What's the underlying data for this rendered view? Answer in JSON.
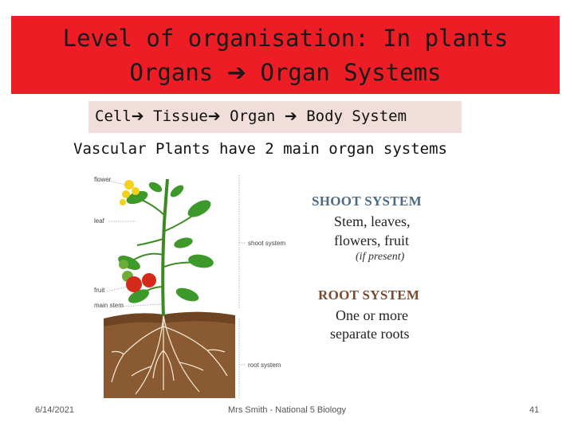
{
  "title": {
    "line1": "Level of organisation: In plants",
    "line2_left": "Organs",
    "line2_right": "Organ Systems",
    "arrow": "➔"
  },
  "levels": {
    "cell": "Cell",
    "tissue": "Tissue",
    "organ": "Organ",
    "system": "Body System",
    "arrow": "➔"
  },
  "subtitle": "Vascular Plants have 2 main organ systems",
  "diagram": {
    "labels": {
      "flower": "flower",
      "leaf": "leaf",
      "fruit": "fruit",
      "main_stem": "main stem",
      "shoot_system": "shoot system",
      "root_system": "root system"
    },
    "colors": {
      "soil": "#8a5a32",
      "stem": "#3e8a22",
      "leaf": "#3d9a2a",
      "fruit_ripe": "#d42a1c",
      "fruit_unripe": "#6cae3a",
      "flower": "#f3d21b"
    }
  },
  "shoot_system": {
    "heading": "SHOOT SYSTEM",
    "line1": "Stem, leaves,",
    "line2": "flowers, fruit",
    "note": "(if present)",
    "color": "#4a6a86"
  },
  "root_system": {
    "heading": "ROOT SYSTEM",
    "line1": "One or more",
    "line2": "separate roots",
    "color": "#7b4a32"
  },
  "footer": {
    "date": "6/14/2021",
    "center": "Mrs Smith - National 5 Biology",
    "page": "41"
  }
}
